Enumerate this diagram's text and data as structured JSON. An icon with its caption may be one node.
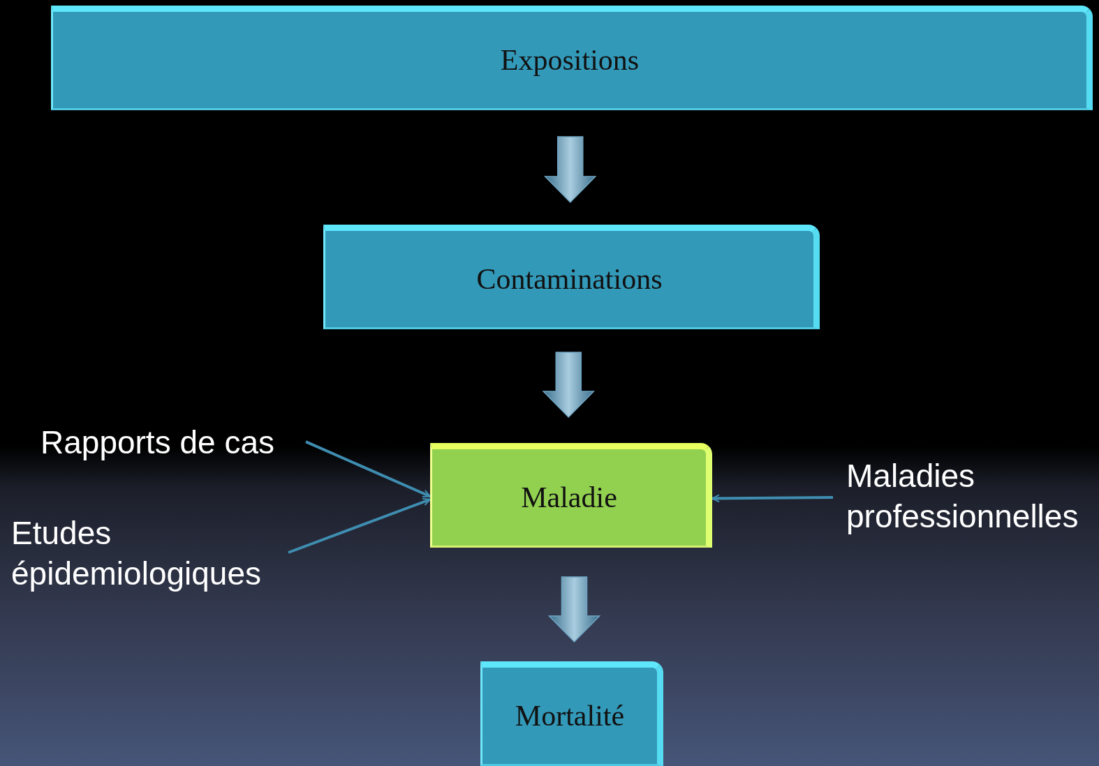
{
  "diagram": {
    "nodes": [
      {
        "text": [
          "Expositions"
        ]
      },
      {
        "text": [
          "Contaminations"
        ]
      },
      {
        "text": [
          "Maladie"
        ]
      },
      {
        "text": [
          "Mortalité"
        ]
      },
      {
        "text": [
          "Rapports de cas"
        ]
      },
      {
        "text": [
          "Etudes épidemiologiques"
        ]
      },
      {
        "text": [
          "Maladies professionnelles"
        ]
      }
    ],
    "edges": [
      {
        "from": 0,
        "to": 1,
        "arrow": "to",
        "style": "thick"
      },
      {
        "from": 1,
        "to": 2,
        "arrow": "to",
        "style": "thick"
      },
      {
        "from": 2,
        "to": 3,
        "arrow": "to",
        "style": "thick"
      },
      {
        "from": 4,
        "to": 2,
        "arrow": "to"
      },
      {
        "from": 5,
        "to": 2,
        "arrow": "to"
      },
      {
        "from": 6,
        "to": 2,
        "arrow": "to"
      }
    ]
  }
}
